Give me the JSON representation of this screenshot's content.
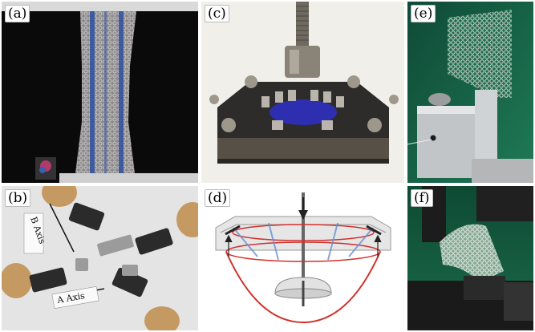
{
  "panels": {
    "a": {
      "label": "(a)"
    },
    "b": {
      "label": "(b)",
      "axis_b": "B Axis",
      "axis_a": "A Axis"
    },
    "c": {
      "label": "(c)"
    },
    "d": {
      "label": "(d)"
    },
    "e": {
      "label": "(e)"
    },
    "f": {
      "label": "(f)"
    }
  },
  "colors": {
    "background_dark": "#0a0a0a",
    "mesh_blue": "#2e4fa0",
    "green_backdrop": "#1c6b4e",
    "diagram_red": "#d0312d"
  }
}
